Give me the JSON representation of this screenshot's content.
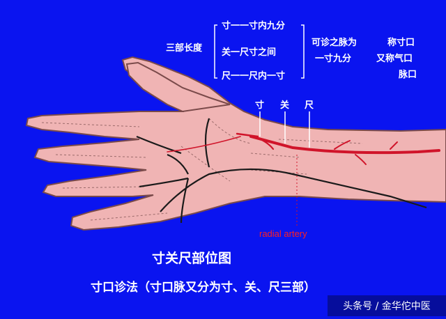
{
  "legend": {
    "group_label": "三部长度",
    "row1": "寸一一寸内九分",
    "row2": "关一尺寸之间",
    "row3": "尺一一尺内一寸",
    "note_line1": "可诊之脉为",
    "note_line2": "一寸九分",
    "alias1": "称寸口",
    "alias2": "又称气口",
    "alias3": "脉口"
  },
  "markers": {
    "cun": "寸",
    "guan": "关",
    "chi": "尺"
  },
  "artery_label": "radial  artery",
  "title": "寸关尺部位图",
  "subtitle": "寸口诊法（寸口脉又分为寸、关、尺三部）",
  "watermark": "头条号 / 金华佗中医",
  "colors": {
    "background": "#0a14f0",
    "skin": "#f0b4b4",
    "artery": "#d0142a",
    "vein": "#1a1a1a"
  }
}
